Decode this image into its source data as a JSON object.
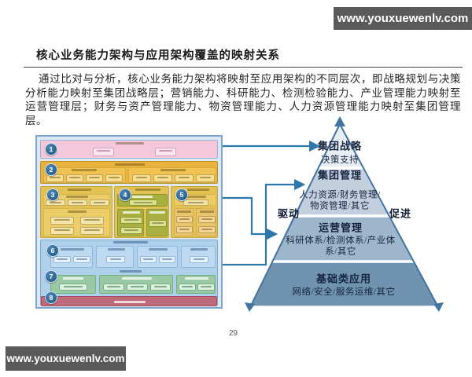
{
  "watermark": {
    "top_url": "www.youxuewenlv.com",
    "bottom_url": "www.youxuewenlv.com"
  },
  "document": {
    "heading": "核心业务能力架构与应用架构覆盖的映射关系",
    "paragraph": "通过比对与分析，核心业务能力架构将映射至应用架构的不同层次，即战略规划与决策分析能力映射至集团战略层；营销能力、科研能力、检测检验能力、产业管理能力映射至运营管理层；财务与资产管理能力、物资管理能力、人力资源管理能力映射至集团管理层。",
    "page_number": "29"
  },
  "diagram": {
    "stack": {
      "bands": [
        {
          "num": "1"
        },
        {
          "num": "2"
        },
        {
          "num": "3"
        },
        {
          "num": "4"
        },
        {
          "num": "5"
        },
        {
          "num": "6"
        },
        {
          "num": "7"
        },
        {
          "num": "8"
        }
      ]
    },
    "pyramid": {
      "tiers": [
        {
          "title": "集团战略",
          "subtitle": "决策支持",
          "color": "#e8edf3"
        },
        {
          "title": "集团管理",
          "subtitle": "人力资源/财务管理/物资管理/其它",
          "color": "#c2cfdf"
        },
        {
          "title": "运营管理",
          "subtitle": "科研体系/检测体系/产业体系/其它",
          "color": "#9eb6cb"
        },
        {
          "title": "基础类应用",
          "subtitle": "网络/安全/服务运维/其它",
          "color": "#6f93af"
        }
      ],
      "left_label": "驱动",
      "right_label": "促进"
    },
    "colors": {
      "connector": "#2f78ab",
      "pyramid_edge": "#43739f",
      "watermark_bar": "#5a5a5a"
    }
  }
}
